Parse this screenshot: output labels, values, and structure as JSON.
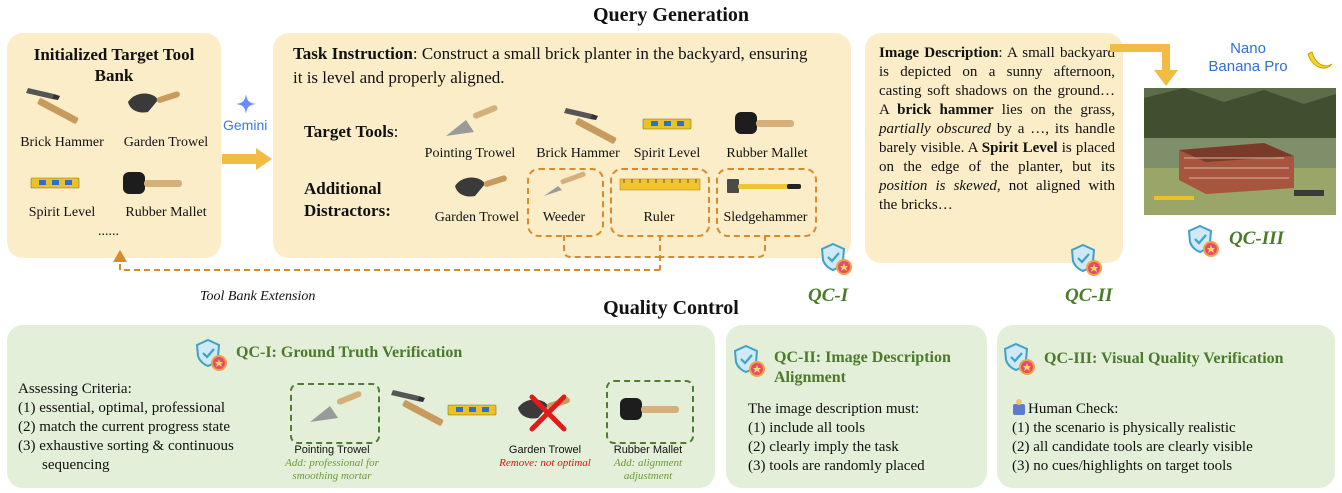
{
  "header": {
    "query_generation": "Query Generation",
    "quality_control": "Quality Control"
  },
  "tool_bank": {
    "title": "Initialized Target Tool Bank",
    "tools": [
      "Brick Hammer",
      "Garden Trowel",
      "Spirit Level",
      "Rubber Mallet"
    ],
    "ellipsis": "......",
    "gemini": "Gemini"
  },
  "task": {
    "instruction_label": "Task Instruction",
    "instruction_text": ": Construct a small brick planter in the backyard, ensuring it is level and properly aligned.",
    "target_label": "Target Tools",
    "target_colon": ":",
    "target_tools": [
      "Pointing Trowel",
      "Brick Hammer",
      "Spirit Level",
      "Rubber Mallet"
    ],
    "distractor_label_1": "Additional",
    "distractor_label_2": "Distractors:",
    "distractors": [
      "Garden Trowel",
      "Weeder",
      "Ruler",
      "Sledgehammer"
    ]
  },
  "tool_bank_extension": "Tool Bank Extension",
  "image_description": {
    "label": "Image Description",
    "p1": ": A small backyard is depicted on a sunny afternoon, casting soft shadows on the ground… A ",
    "b1": "brick hammer",
    "p2": " lies on the grass, ",
    "i1": "partially obscured",
    "p3": " by a …, its handle barely visible. A ",
    "b2": "Spirit Level",
    "p4": " is placed on the edge of the planter, but its ",
    "i2": "position is skewed",
    "p5": ", not aligned with the bricks…"
  },
  "nano": {
    "line1": "Nano",
    "line2": "Banana Pro"
  },
  "qc_labels": {
    "qc1": "QC-I",
    "qc2": "QC-II",
    "qc3": "QC-III"
  },
  "qc1_panel": {
    "title": "QC-I: Ground Truth Verification",
    "criteria_title": "Assessing Criteria:",
    "criteria": [
      "(1) essential, optimal, professional",
      "(2) match the current progress state",
      "(3) exhaustive sorting & continuous",
      "sequencing"
    ],
    "tools": {
      "pointing_trowel": "Pointing Trowel",
      "garden_trowel": "Garden Trowel",
      "rubber_mallet": "Rubber Mallet"
    },
    "notes": {
      "pointing_trowel": "Add: professional for smoothing mortar",
      "garden_trowel": "Remove: not optimal",
      "rubber_mallet": "Add: alignment adjustment"
    }
  },
  "qc2_panel": {
    "title_1": "QC-II: Image Description",
    "title_2": "Alignment",
    "lead": "The image description must:",
    "items": [
      "(1) include all tools",
      "(2) clearly imply the task",
      "(3) tools are randomly placed"
    ]
  },
  "qc3_panel": {
    "title": "QC-III: Visual Quality Verification",
    "lead": "Human Check:",
    "items": [
      "(1) the scenario is physically realistic",
      "(2) all candidate tools are clearly visible",
      "(3) no cues/highlights on target tools"
    ]
  },
  "colors": {
    "panel_yellow": "#fbedc8",
    "panel_green": "#e3efd8",
    "arrow_orange": "#f2bc44",
    "dash_orange": "#d98a2b",
    "qc_green": "#4a7a2a",
    "remove_red": "#e01b1b"
  }
}
